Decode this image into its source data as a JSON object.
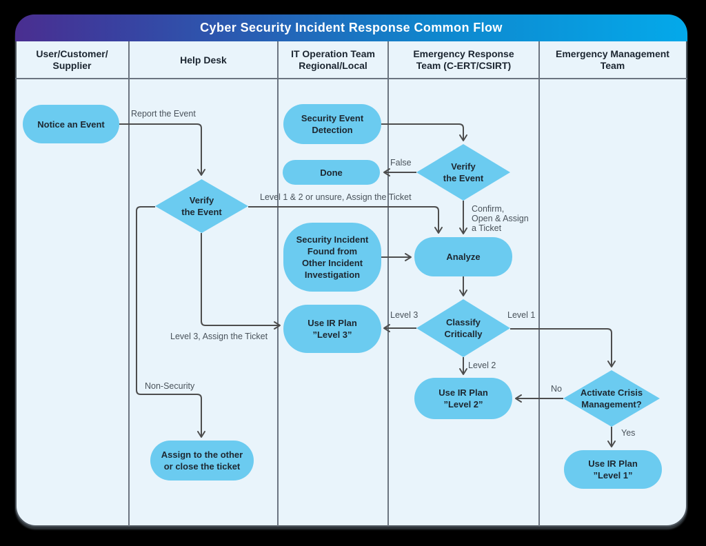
{
  "title": "Cyber Security Incident Response Common Flow",
  "colors": {
    "node_fill": "#6bcbf0",
    "edge": "#4d4d4d",
    "card_bg": "#e9f4fb",
    "gradient_start": "#4a2e90",
    "gradient_end": "#04a9ea"
  },
  "lanes": [
    {
      "label": "User/Customer/\nSupplier"
    },
    {
      "label": "Help Desk"
    },
    {
      "label": "IT Operation Team\nRegional/Local"
    },
    {
      "label": "Emergency Response\nTeam (C-ERT/CSIRT)"
    },
    {
      "label": "Emergency Management\nTeam"
    }
  ],
  "nodes": {
    "notice_event": {
      "label": "Notice an Event",
      "type": "terminator",
      "lane": "User/Customer/Supplier"
    },
    "security_event_detection": {
      "label": "Security Event\nDetection",
      "type": "terminator",
      "lane": "IT Operation Team Regional/Local"
    },
    "done": {
      "label": "Done",
      "type": "terminator",
      "lane": "IT Operation Team Regional/Local"
    },
    "verify_event_helpdesk": {
      "label": "Verify\nthe Event",
      "type": "decision",
      "lane": "Help Desk"
    },
    "verify_event_ert": {
      "label": "Verify\nthe Event",
      "type": "decision",
      "lane": "Emergency Response Team (C-ERT/CSIRT)"
    },
    "security_incident_found": {
      "label": "Security Incident\nFound from\nOther Incident\nInvestigation",
      "type": "process",
      "lane": "IT Operation Team Regional/Local"
    },
    "analyze": {
      "label": "Analyze",
      "type": "process",
      "lane": "Emergency Response Team (C-ERT/CSIRT)"
    },
    "use_ir_plan_level3": {
      "label": "Use IR Plan\n”Level 3”",
      "type": "process",
      "lane": "IT Operation Team Regional/Local"
    },
    "classify_critically": {
      "label": "Classify\nCritically",
      "type": "decision",
      "lane": "Emergency Response Team (C-ERT/CSIRT)"
    },
    "use_ir_plan_level2": {
      "label": "Use IR Plan\n”Level 2”",
      "type": "process",
      "lane": "Emergency Response Team (C-ERT/CSIRT)"
    },
    "activate_crisis": {
      "label": "Activate Crisis\nManagement?",
      "type": "decision",
      "lane": "Emergency Management Team"
    },
    "use_ir_plan_level1": {
      "label": "Use IR Plan\n”Level 1”",
      "type": "process",
      "lane": "Emergency Management Team"
    },
    "assign_other": {
      "label": "Assign to the other\nor close the ticket",
      "type": "terminator",
      "lane": "Help Desk"
    }
  },
  "edge_labels": {
    "report_event": "Report the Event",
    "level12_unsure": "Level 1 & 2 or unsure, Assign the Ticket",
    "false": "False",
    "confirm_open_assign": "Confirm,\nOpen & Assign\na Ticket",
    "level3_assign": "Level 3, Assign the Ticket",
    "non_security": "Non-Security",
    "level3": "Level 3",
    "level1": "Level 1",
    "level2": "Level 2",
    "no": "No",
    "yes": "Yes"
  }
}
